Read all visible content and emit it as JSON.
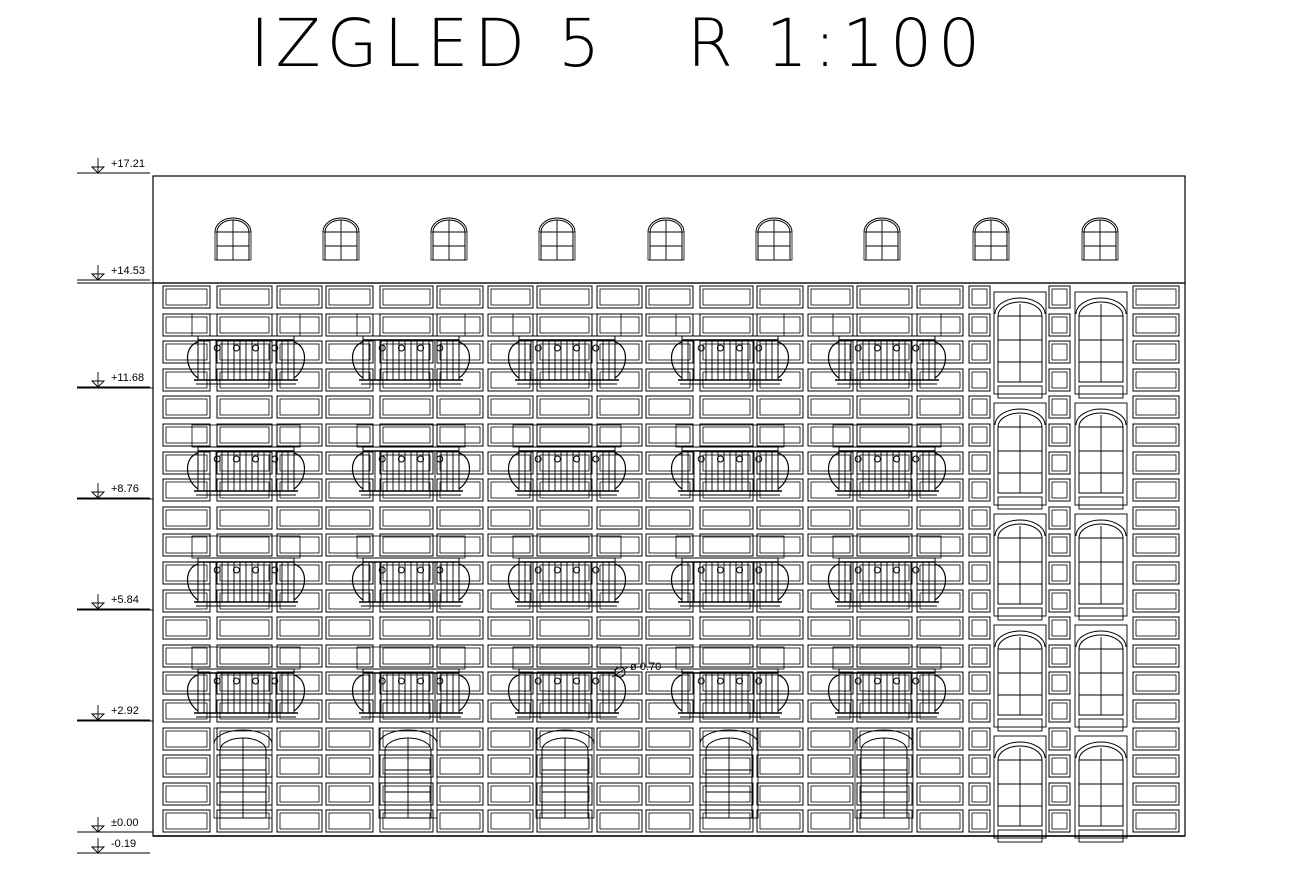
{
  "title": "IZGLED 5   R 1:100",
  "levels": [
    {
      "label": "+17.21",
      "value": 17.21
    },
    {
      "label": "+14.53",
      "value": 14.53
    },
    {
      "label": "+11.68",
      "value": 11.68
    },
    {
      "label": "+8.76",
      "value": 8.76
    },
    {
      "label": "+5.84",
      "value": 5.84
    },
    {
      "label": "+2.92",
      "value": 2.92
    },
    {
      "label": "±0.00",
      "value": 0.0
    },
    {
      "label": "-0.19",
      "value": -0.19
    }
  ],
  "facade": {
    "floors": 5,
    "roof_windows": 9,
    "balconies_per_floor": 5,
    "ground_arched_doors": 5
  },
  "annotation": "ø 0.70"
}
